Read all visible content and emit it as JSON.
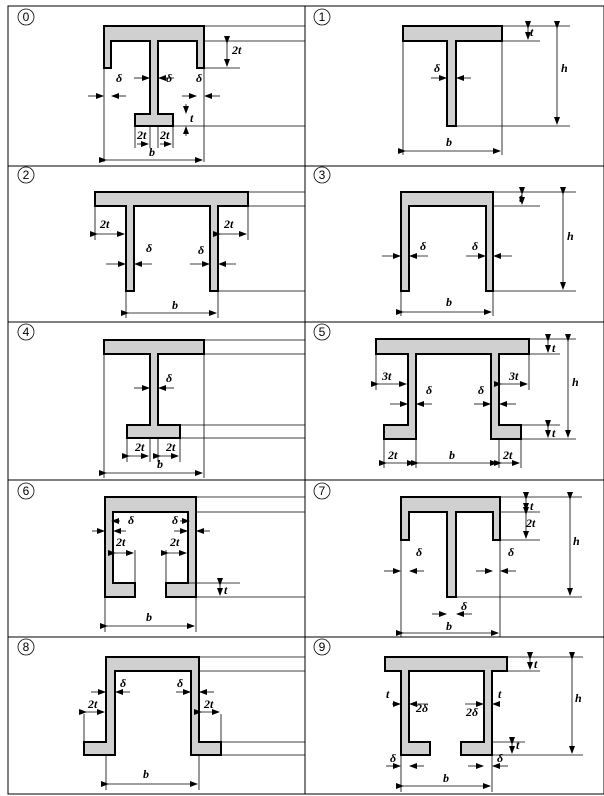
{
  "cells": [
    {
      "label": "0"
    },
    {
      "label": "1"
    },
    {
      "label": "2"
    },
    {
      "label": "3"
    },
    {
      "label": "4"
    },
    {
      "label": "5"
    },
    {
      "label": "6"
    },
    {
      "label": "7"
    },
    {
      "label": "8"
    },
    {
      "label": "9"
    }
  ],
  "dims": {
    "b": "b",
    "h": "h",
    "t": "t",
    "two_t": "2t",
    "three_t": "3t",
    "delta": "δ",
    "two_delta": "2δ"
  }
}
